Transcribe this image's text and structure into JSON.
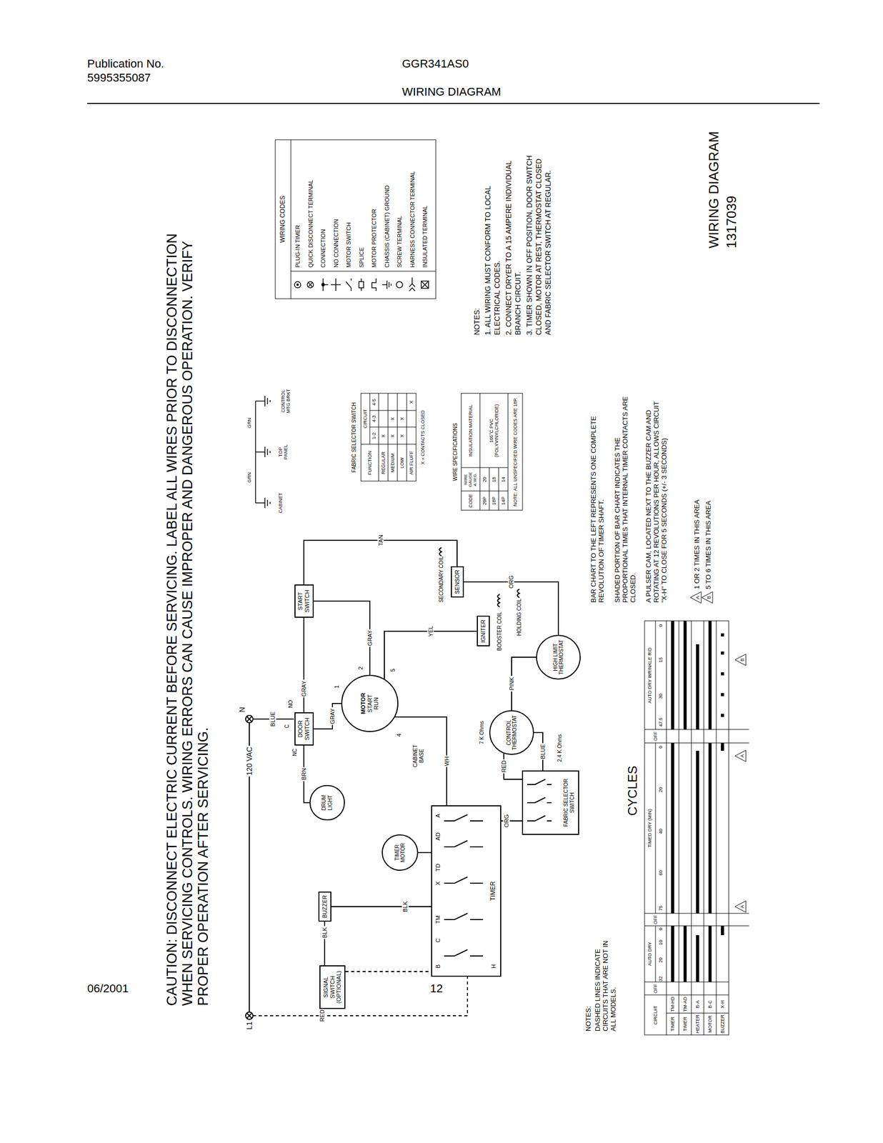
{
  "diagram": {
    "title": "WIRING DIAGRAM",
    "nodes": [
      {
        "text": [
          "DOOR SWITCH"
        ]
      },
      {
        "text": [
          "START SWITCH"
        ]
      },
      {
        "text": [
          "MOTOR",
          "START",
          "RUN"
        ]
      },
      {
        "text": [
          "DRUM LIGHT"
        ]
      },
      {
        "text": [
          "BUZZER"
        ]
      },
      {
        "text": [
          "SIGNAL SWITCH (OPTIONAL)"
        ]
      },
      {
        "text": [
          "TIMER MOTOR"
        ]
      },
      {
        "text": [
          "TIMER"
        ]
      },
      {
        "text": [
          "FABRIC SELECTOR SWITCH"
        ]
      },
      {
        "text": [
          "CONTROL THERMOSTAT"
        ]
      },
      {
        "text": [
          "HIGH LIMIT THERMOSTAT"
        ]
      },
      {
        "text": [
          "IGNITER"
        ]
      },
      {
        "text": [
          "SENSOR"
        ]
      }
    ],
    "edges": [
      {
        "from": 0,
        "to": 1,
        "arrow": "none",
        "label": "GRAY"
      },
      {
        "from": 1,
        "to": 2,
        "arrow": "none",
        "label": "GRAY"
      },
      {
        "from": 0,
        "to": 2,
        "arrow": "none",
        "label": "GRAY"
      },
      {
        "from": 0,
        "to": 3,
        "arrow": "none",
        "label": "BRN"
      },
      {
        "from": 7,
        "to": 4,
        "arrow": "none",
        "label": "BLK"
      },
      {
        "from": 4,
        "to": 5,
        "arrow": "none",
        "label": "BLK"
      },
      {
        "from": 7,
        "to": 6,
        "arrow": "none"
      },
      {
        "from": 7,
        "to": 2,
        "arrow": "none",
        "label": "WH"
      },
      {
        "from": 7,
        "to": 8,
        "arrow": "none",
        "label": "ORG"
      },
      {
        "from": 8,
        "to": 9,
        "arrow": "none",
        "label": "RED"
      },
      {
        "from": 8,
        "to": 9,
        "arrow": "none",
        "label": "BLUE"
      },
      {
        "from": 9,
        "to": 10,
        "arrow": "none",
        "label": "PINK"
      },
      {
        "from": 2,
        "to": 11,
        "arrow": "none",
        "label": "YEL"
      },
      {
        "from": 10,
        "to": 12,
        "arrow": "none",
        "label": "ORG"
      },
      {
        "from": 1,
        "to": 12,
        "arrow": "none",
        "label": "TAN"
      },
      {
        "from": 5,
        "to": 7,
        "arrow": "none"
      }
    ],
    "labels": [
      "Publication No.",
      "5995355087",
      "GGR341AS0",
      "06/2001",
      "12",
      "CAUTION: DISCONNECT ELECTRIC CURRENT BEFORE SERVICING. LABEL ALL WIRES PRIOR TO DISCONNECTION WHEN SERVICING CONTROLS. WIRING ERRORS CAN CAUSE IMPROPER AND DANGEROUS OPERATION. VERIFY PROPER OPERATION AFTER SERVICING.",
      "120 VAC",
      "L1",
      "N",
      "BLUE",
      "NO",
      "C",
      "NC",
      "RED",
      "1",
      "2",
      "4",
      "5",
      "CABINET BASE",
      "7 K Ohms",
      "2.4 K Ohms",
      "BOOSTER COIL",
      "SECONDARY COIL",
      "HOLDING COIL",
      "B",
      "C",
      "TM",
      "X",
      "TD",
      "AD",
      "A",
      "H",
      "GRN",
      "GRN",
      "CABINET",
      "TOP PANEL",
      "CONTROL MTG BRKT",
      "FABRIC SELECTOR SWITCH",
      "FUNCTION",
      "CIRCUIT",
      "1-2",
      "4-3",
      "4-5",
      "REGULAR",
      "X",
      "MEDIUM",
      "X",
      "X",
      "LOW",
      "X",
      "X",
      "AIR FLUFF",
      "X",
      "X = CONTACTS CLOSED",
      "WIRE SPECIFICATIONS",
      "CODE",
      "WIRE GAUGE A.W.G.",
      "INSULATION MATERIAL",
      "20P",
      "20",
      "18P",
      "18",
      "14P",
      "14",
      "105°C PVC (POLYVINYLCHLORIDE)",
      "NOTE: ALL UNSPECIFIED WIRE CODES ARE 18P.",
      "BAR CHART TO THE LEFT REPRESENTS ONE COMPLETE REVOLUTION OF TIMER SHAFT.",
      "SHADED PORTION OF BAR CHART INDICATES THE PROPORTIONAL TIMES THAT INTERNAL TIMER CONTACTS ARE CLOSED.",
      "A PULSER CAM, LOCATED NEXT TO THE BUZZER CAM AND ROTATING AT 12 REVOLUTIONS PER HOUR, ALLOWS CIRCUIT \"X-H\" TO CLOSE FOR 5 SECONDS (+/- 3 SECONDS)",
      "A",
      "1 OR 2 TIMES IN THIS AREA",
      "B",
      "5 TO 6 TIMES IN THIS AREA",
      "NOTES:",
      "1. ALL WIRING MUST CONFORM TO LOCAL ELECTRICAL CODES.",
      "2. CONNECT DRYER TO A 15 AMPERE INDIVIDUAL BRANCH CIRCUIT.",
      "3. TIMER SHOWN IN OFF POSITION, DOOR SWITCH CLOSED, MOTOR AT REST, THERMOSTAT CLOSED AND FABRIC SELECTOR SWITCH AT REGULAR.",
      "WIRING DIAGRAM",
      "1317039",
      "WIRING CODES",
      "NOTES:",
      "DASHED LINES INDICATE CIRCUITS THAT ARE NOT IN ALL MODELS.",
      "CYCLES",
      "CIRCUIT",
      "OFF",
      "AUTO DRY",
      "32",
      "20",
      "10",
      "0",
      "OFF",
      "TIMED DRY (MIN)",
      "75",
      "60",
      "40",
      "20",
      "0",
      "OFF",
      "AUTO DRY WRINKLE RID",
      "47.5",
      "30",
      "15",
      "0",
      "TIMER",
      "TM-HD",
      "TIMER",
      "TM-AD",
      "HEATER",
      "B-A",
      "MOTOR",
      "B-C",
      "BUZZER",
      "X-H",
      "A",
      "A",
      "B"
    ],
    "legend": [
      {
        "text": "PLUG-IN TIMER"
      },
      {
        "text": "QUICK DISCONNECT TERMINAL"
      },
      {
        "text": "CONNECTION"
      },
      {
        "text": "NO CONNECTION"
      },
      {
        "text": "MOTOR SWITCH"
      },
      {
        "text": "SPLICE"
      },
      {
        "text": "MOTOR PROTECTOR"
      },
      {
        "text": "CHASSIS (CABINET) GROUND"
      },
      {
        "text": "SCREW TERMINAL"
      },
      {
        "text": "HARNESS CONNECTOR TERMINAL"
      },
      {
        "text": "INSULATED TERMINAL"
      }
    ]
  }
}
